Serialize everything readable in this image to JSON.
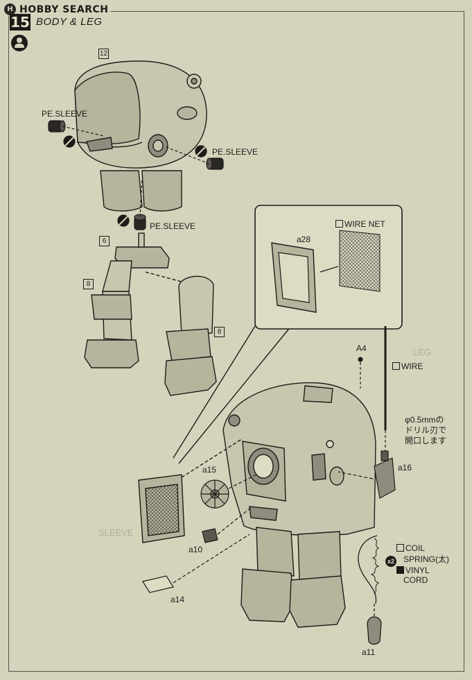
{
  "watermark": {
    "text": "HOBBY SEARCH",
    "logo_letter": "H"
  },
  "step": {
    "number": "15",
    "title": "BODY & LEG"
  },
  "labels": {
    "pe_sleeve_1": "PE.SLEEVE",
    "pe_sleeve_2": "PE.SLEEVE",
    "pe_sleeve_3": "PE.SLEEVE",
    "wire_net": "WIRE NET",
    "wire": "WIRE",
    "coil_spring": "COIL",
    "coil_spring_2": "SPRING(太)",
    "vinyl_cord": "VINYL",
    "vinyl_cord_2": "CORD",
    "multiplier": "x2"
  },
  "part_numbers": {
    "p12": "12",
    "p6": "6",
    "p8a": "8",
    "p8b": "8"
  },
  "callouts": {
    "a28": "a28",
    "a4": "A4",
    "a15": "a15",
    "a16": "a16",
    "a10": "a10",
    "a14": "a14",
    "a11": "a11"
  },
  "drill_note": {
    "line1": "φ0.5mmの",
    "line2": "ドリル刃で",
    "line3": "開口します"
  },
  "ghost_text": {
    "left": "SLEEVE",
    "right": "LEG"
  },
  "colors": {
    "paper": "#d6d3bd",
    "ink": "#1d1b17",
    "shade": "#8f8c7e",
    "inset": "#dedbc5"
  }
}
